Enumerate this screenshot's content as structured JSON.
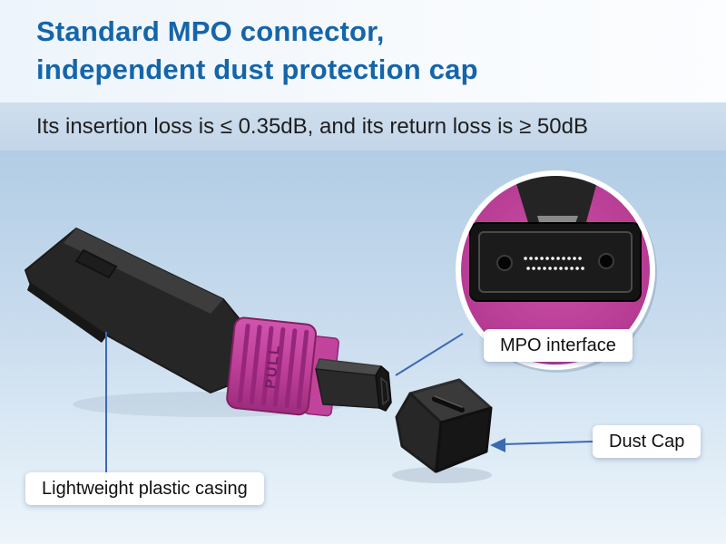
{
  "header": {
    "title_line1": "Standard MPO connector,",
    "title_line2": "independent dust protection cap",
    "subtitle": "Its insertion loss is ≤ 0.35dB, and its return loss is ≥ 50dB"
  },
  "callouts": {
    "mpo_interface": "MPO interface",
    "dust_cap": "Dust Cap",
    "casing": "Lightweight plastic casing"
  },
  "product": {
    "boot_text": "PULL"
  },
  "colors": {
    "title_blue": "#1565a9",
    "band_bg": "#c9d9ea",
    "magenta": "#c2439c",
    "callout_line_blue": "#3b6ab3",
    "housing_black": "#262626"
  }
}
